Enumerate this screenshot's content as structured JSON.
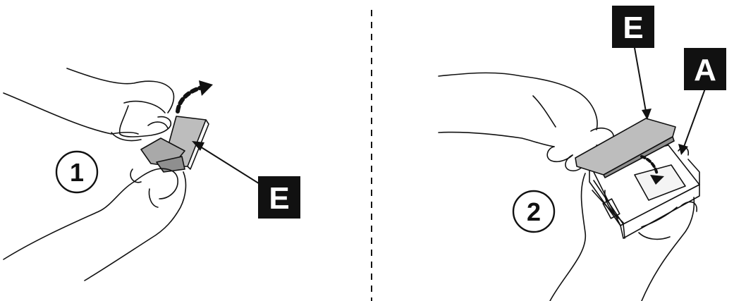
{
  "steps": [
    {
      "number": "1",
      "callouts": [
        "E"
      ]
    },
    {
      "number": "2",
      "callouts": [
        "E",
        "A"
      ]
    }
  ],
  "colors": {
    "ink": "#111111",
    "sheet": "#bdbdbd",
    "sheet_dark": "#8f8f8f",
    "label_bg": "#111111",
    "label_text": "#ffffff"
  }
}
